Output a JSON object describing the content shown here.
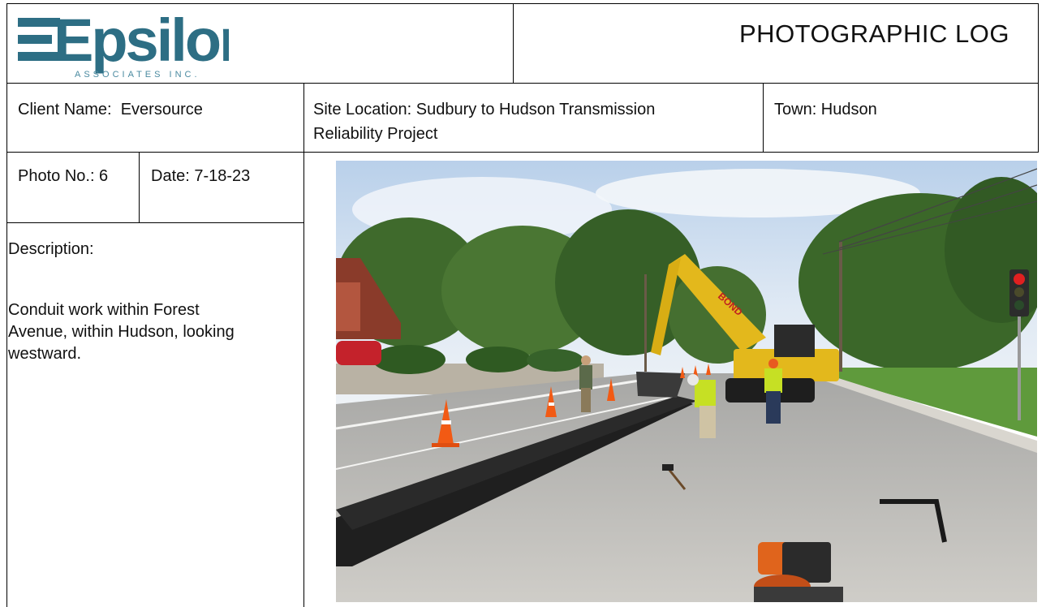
{
  "brand": {
    "name": "Epsilon",
    "tagline": "ASSOCIATES INC."
  },
  "header": {
    "title": "PHOTOGRAPHIC LOG"
  },
  "info": {
    "client": "Client Name:  Eversource",
    "site_line1": "Site Location: Sudbury to Hudson Transmission",
    "site_line2": "Reliability Project",
    "town": "Town: Hudson"
  },
  "photo_meta": {
    "number": "Photo No.: 6",
    "date": "Date: 7-18-23",
    "description_label": "Description:",
    "description_line1": "Conduit work within Forest",
    "description_line2": "Avenue, within Hudson, looking",
    "description_line3": "westward."
  },
  "colors": {
    "brand_teal": "#2d6e84",
    "grid": "#000000"
  }
}
